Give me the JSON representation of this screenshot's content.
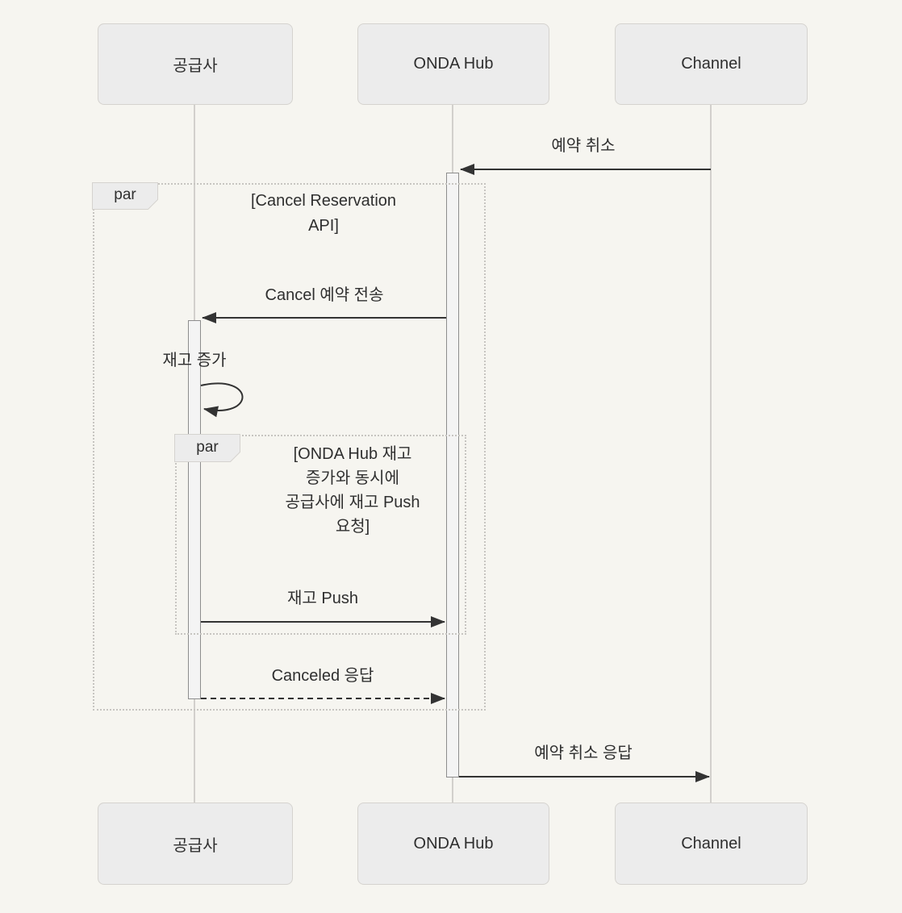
{
  "diagram": {
    "type": "sequence",
    "background_color": "#f6f5f0",
    "actor_fill": "#ececec",
    "actor_border": "#d5d3cf",
    "line_color": "#333333",
    "lifeline_color": "#d2d0cc",
    "activation_fill": "#f4f4f4",
    "activation_border": "#8d8d8d",
    "frame_border_color": "#c7c5c1"
  },
  "actors": [
    {
      "id": "supplier",
      "label": "공급사"
    },
    {
      "id": "onda-hub",
      "label": "ONDA Hub"
    },
    {
      "id": "channel",
      "label": "Channel"
    }
  ],
  "messages": [
    {
      "label": "예약 취소",
      "from": "Channel",
      "to": "ONDA Hub",
      "style": "solid"
    },
    {
      "label": "Cancel 예약 전송",
      "from": "ONDA Hub",
      "to": "공급사",
      "style": "solid"
    },
    {
      "label": "재고 증가",
      "from": "공급사",
      "to": "공급사",
      "style": "self-loop"
    },
    {
      "label": "재고 Push",
      "from": "공급사",
      "to": "ONDA Hub",
      "style": "solid"
    },
    {
      "label": "Canceled 응답",
      "from": "공급사",
      "to": "ONDA Hub",
      "style": "dashed"
    },
    {
      "label": "예약 취소 응답",
      "from": "ONDA Hub",
      "to": "Channel",
      "style": "solid"
    }
  ],
  "fragments": [
    {
      "operator": "par",
      "condition": "[Cancel Reservation API]",
      "condition_lines": [
        "[Cancel Reservation",
        "API]"
      ]
    },
    {
      "operator": "par",
      "condition": "[ONDA Hub 재고 증가와 동시에 공급사에 재고 Push 요청]",
      "condition_lines": [
        "[ONDA Hub 재고",
        "증가와 동시에",
        "공급사에 재고 Push",
        "요청]"
      ]
    }
  ]
}
